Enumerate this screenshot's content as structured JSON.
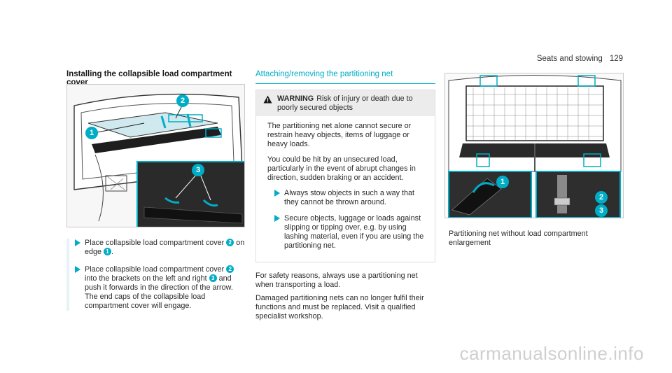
{
  "header": {
    "section": "Seats and stowing",
    "page_number": "129"
  },
  "col1": {
    "title": "Installing the collapsible load compartment cover",
    "steps": [
      {
        "a": "Place collapsible load compartment cover",
        "n1": "2",
        "b": "on edge",
        "n2": "1",
        "c": "."
      },
      {
        "a": "Place collapsible load compartment cover",
        "n1": "2",
        "b": "into the brackets on the left and right",
        "n2": "3",
        "c": "and push it forwards in the direction of the arrow. The end caps of the collapsible load compartment cover will engage."
      }
    ],
    "figure_labels": [
      "1",
      "2",
      "3"
    ]
  },
  "col2": {
    "title": "Attaching/removing the partitioning net",
    "warning": {
      "label": "WARNING",
      "text": "Risk of injury or death due to poorly secured objects",
      "p1": "The partitioning net alone cannot secure or restrain heavy objects, items of luggage or heavy loads.",
      "p2": "You could be hit by an unsecured load, particularly in the event of abrupt changes in direction, sudden braking or an accident.",
      "steps": [
        "Always stow objects in such a way that they cannot be thrown around.",
        "Secure objects, luggage or loads against slipping or tipping over, e.g. by using lashing material, even if you are using the partitioning net."
      ]
    },
    "p3": "For safety reasons, always use a partitioning net when transporting a load.",
    "p4": "Damaged partitioning nets can no longer fulfil their functions and must be replaced. Visit a qualified specialist workshop."
  },
  "col3": {
    "caption": "Partitioning net without load compartment enlargement",
    "figure_labels": [
      "1",
      "2",
      "3"
    ]
  },
  "watermark": "carmanualsonline.info",
  "colors": {
    "accent": "#00adc6",
    "warning_bg": "#ececec"
  }
}
